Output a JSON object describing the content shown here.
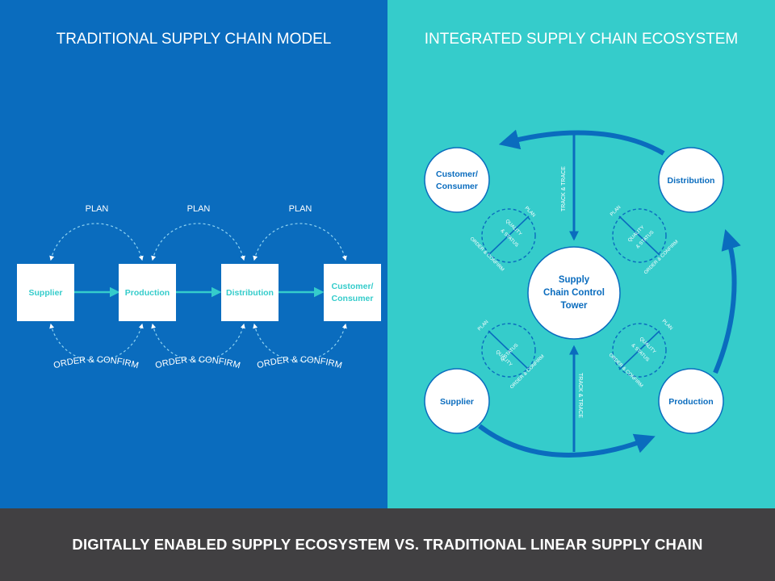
{
  "left_title": "TRADITIONAL SUPPLY CHAIN MODEL",
  "right_title": "INTEGRATED SUPPLY CHAIN ECOSYSTEM",
  "footer": "DIGITALLY ENABLED SUPPLY ECOSYSTEM VS. TRADITIONAL LINEAR SUPPLY CHAIN",
  "traditional": {
    "nodes": [
      {
        "lines": [
          "Supplier"
        ]
      },
      {
        "lines": [
          "Production"
        ]
      },
      {
        "lines": [
          "Distribution"
        ]
      },
      {
        "lines": [
          "Customer/",
          "Consumer"
        ]
      }
    ],
    "plan_label": "PLAN",
    "order_label": "ORDER & CONFIRM"
  },
  "ecosystem": {
    "center": [
      "Supply",
      "Chain Control",
      "Tower"
    ],
    "nodes": {
      "top_left": [
        "Customer/",
        "Consumer"
      ],
      "top_right": [
        "Distribution"
      ],
      "bottom_left": [
        "Supplier"
      ],
      "bottom_right": [
        "Production"
      ]
    },
    "track_label": "TRACK & TRACE",
    "plan_label": "PLAN",
    "quality_label": "QUALITY",
    "status_label": "& STATUS",
    "order_label": "ORDER & CONFIRM"
  },
  "colors": {
    "left_bg": "#0a6cbe",
    "right_bg": "#35cccb",
    "footer_bg": "#414042",
    "accent": "#0a6cbe",
    "node_text": "#35cccb"
  }
}
